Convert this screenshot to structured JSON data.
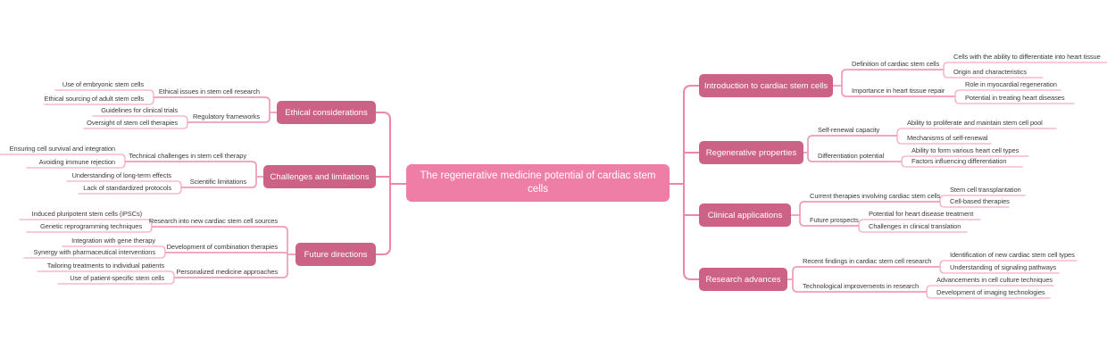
{
  "central": {
    "label": "The regenerative medicine potential of cardiac stem cells"
  },
  "colors": {
    "root_fill": "#EE7EA6",
    "branch_fill": "#CC6285",
    "trunk": "#EE86AC",
    "mid": "#F09BB9",
    "leaf": "#F5ABC5",
    "label_text": "#3C3C3C"
  },
  "right_branches": [
    {
      "label": "Introduction to cardiac stem cells",
      "children": [
        {
          "label": "Definition of cardiac stem cells",
          "children": [
            {
              "label": "Cells with the ability to differentiate into heart tissue"
            },
            {
              "label": "Origin and characteristics"
            }
          ]
        },
        {
          "label": "Importance in heart tissue repair",
          "children": [
            {
              "label": "Role in myocardial regeneration"
            },
            {
              "label": "Potential in treating heart diseases"
            }
          ]
        }
      ]
    },
    {
      "label": "Regenerative properties",
      "children": [
        {
          "label": "Self-renewal capacity",
          "children": [
            {
              "label": "Ability to proliferate and maintain stem cell pool"
            },
            {
              "label": "Mechanisms of self-renewal"
            }
          ]
        },
        {
          "label": "Differentiation potential",
          "children": [
            {
              "label": "Ability to form various heart cell types"
            },
            {
              "label": "Factors influencing differentiation"
            }
          ]
        }
      ]
    },
    {
      "label": "Clinical applications",
      "children": [
        {
          "label": "Current therapies involving cardiac stem cells",
          "children": [
            {
              "label": "Stem cell transplantation"
            },
            {
              "label": "Cell-based therapies"
            }
          ]
        },
        {
          "label": "Future prospects",
          "children": [
            {
              "label": "Potential for heart disease treatment"
            },
            {
              "label": "Challenges in clinical translation"
            }
          ]
        }
      ]
    },
    {
      "label": "Research advances",
      "children": [
        {
          "label": "Recent findings in cardiac stem cell research",
          "children": [
            {
              "label": "Identification of new cardiac stem cell types"
            },
            {
              "label": "Understanding of signaling pathways"
            }
          ]
        },
        {
          "label": "Technological improvements in research",
          "children": [
            {
              "label": "Advancements in cell culture techniques"
            },
            {
              "label": "Development of imaging technologies"
            }
          ]
        }
      ]
    }
  ],
  "left_branches": [
    {
      "label": "Ethical considerations",
      "children": [
        {
          "label": "Ethical issues in stem cell research",
          "children": [
            {
              "label": "Use of embryonic stem cells"
            },
            {
              "label": "Ethical sourcing of adult stem cells"
            }
          ]
        },
        {
          "label": "Regulatory frameworks",
          "children": [
            {
              "label": "Guidelines for clinical trials"
            },
            {
              "label": "Oversight of stem cell therapies"
            }
          ]
        }
      ]
    },
    {
      "label": "Challenges and limitations",
      "children": [
        {
          "label": "Technical challenges in stem cell therapy",
          "children": [
            {
              "label": "Ensuring cell survival and integration"
            },
            {
              "label": "Avoiding immune rejection"
            }
          ]
        },
        {
          "label": "Scientific limitations",
          "children": [
            {
              "label": "Understanding of long-term effects"
            },
            {
              "label": "Lack of standardized protocols"
            }
          ]
        }
      ]
    },
    {
      "label": "Future directions",
      "children": [
        {
          "label": "Research into new cardiac stem cell sources",
          "children": [
            {
              "label": "Induced pluripotent stem cells (iPSCs)"
            },
            {
              "label": "Genetic reprogramming techniques"
            }
          ]
        },
        {
          "label": "Development of combination therapies",
          "children": [
            {
              "label": "Integration with gene therapy"
            },
            {
              "label": "Synergy with pharmaceutical interventions"
            }
          ]
        },
        {
          "label": "Personalized medicine approaches",
          "children": [
            {
              "label": "Tailoring treatments to individual patients"
            },
            {
              "label": "Use of patient-specific stem cells"
            }
          ]
        }
      ]
    }
  ]
}
